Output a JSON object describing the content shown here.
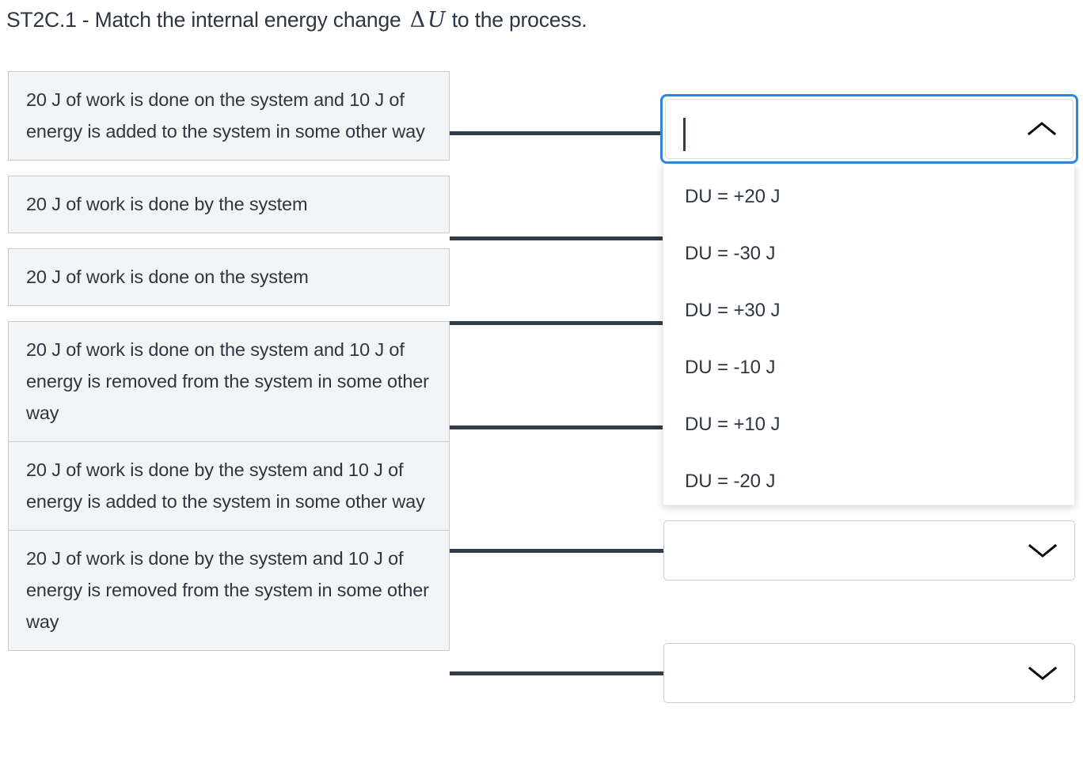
{
  "question": {
    "prefix": "ST2C.1 - Match the internal energy change ",
    "delta": "Δ",
    "variable": "U",
    "suffix": " to the process."
  },
  "prompts": [
    {
      "text": "20 J of work is done on the system and 10 J of energy is added to the system in some other way"
    },
    {
      "text": "20 J of work is done by the system"
    },
    {
      "text": "20 J of work is done on the system"
    },
    {
      "text": "20 J of work is done on the system and 10 J of energy is removed from the system in some other way"
    },
    {
      "text": "20 J of work is done by the system and 10 J of energy is added to the system in some other way"
    },
    {
      "text": "20 J of work is done by the system and 10 J of energy is removed from the system in some other way"
    }
  ],
  "answer_slots": [
    {
      "value": "",
      "state": "focused-open",
      "icon": "chevron-up-icon"
    },
    {
      "value": "",
      "state": "closed",
      "icon": "chevron-down-icon"
    },
    {
      "value": "",
      "state": "closed",
      "icon": "chevron-down-icon"
    },
    {
      "value": "",
      "state": "closed",
      "icon": "chevron-down-icon"
    },
    {
      "value": "",
      "state": "closed",
      "icon": "chevron-down-icon"
    },
    {
      "value": "",
      "state": "closed",
      "icon": "chevron-down-icon"
    }
  ],
  "dropdown": {
    "open": true,
    "options": [
      "DU = +20 J",
      "DU = -30 J",
      "DU = +30 J",
      "DU = -10 J",
      "DU = +10 J",
      "DU = -20 J"
    ]
  },
  "colors": {
    "text": "#2e3741",
    "prompt_background": "#f3f4f5",
    "prompt_border": "#c6ccd2",
    "connector": "#333d49",
    "focus_ring": "#2f86d8",
    "slot_border": "#c6cdd3",
    "page_background": "#ffffff"
  }
}
